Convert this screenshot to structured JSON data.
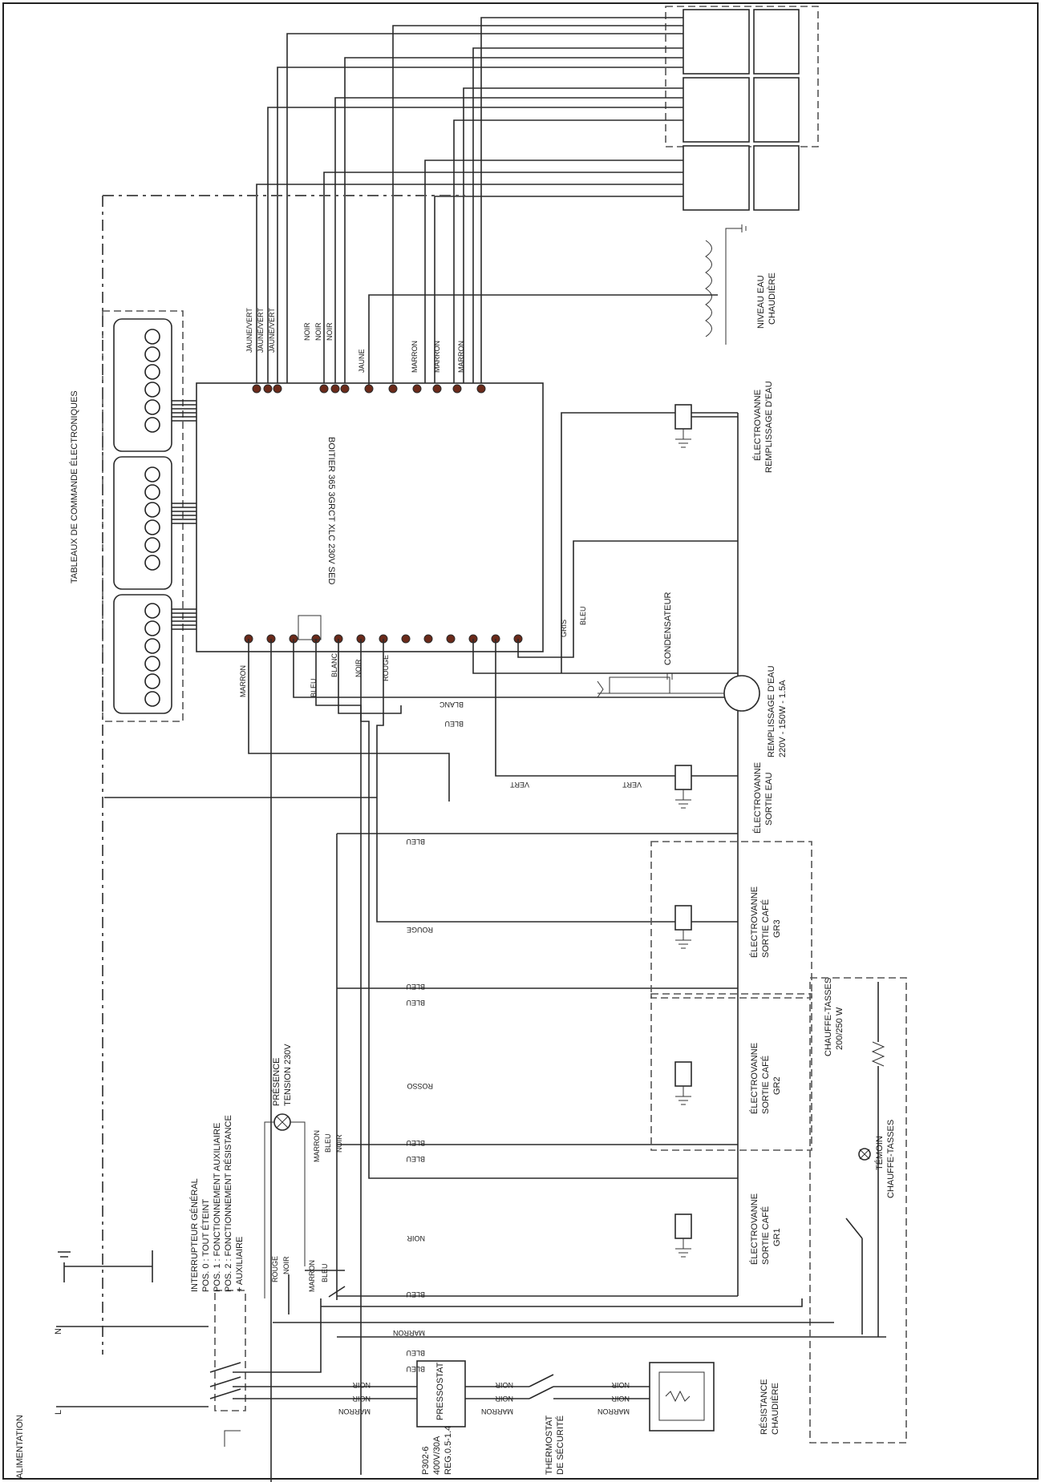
{
  "labels": {
    "alimentation": "ALIMENTATION",
    "interrupteur_title": "INTERRUPTEUR GÉNÉRAL",
    "interrupteur_pos0": "POS. 0 : TOUT ÉTEINT",
    "interrupteur_pos1": "POS. 1 : FONCTIONNEMENT AUXILIAIRE",
    "interrupteur_pos2": "POS. 2 : FONCTIONNEMENT RÉSISTANCE",
    "interrupteur_aux": "+ AUXILIAIRE",
    "tableaux": "TABLEAUX DE COMMANDE ÉLECTRONIQUES",
    "boitier": "BOITIER 365 3GRCT XLC 230V SED",
    "presence_1": "PRÉSENCE",
    "presence_2": "TENSION 230V",
    "pressostat": "PRESSOSTAT",
    "pressostat_ref1": "P302-6",
    "pressostat_ref2": "400V/30A",
    "pressostat_ref3": "REG.0.5-1.4",
    "thermostat_1": "THERMOSTAT",
    "thermostat_2": "DE SÉCURITÉ",
    "resistance_1": "RÉSISTANCE",
    "resistance_2": "CHAUDIÈRE",
    "sortie_gr1_1": "ÉLECTROVANNE",
    "sortie_gr1_2": "SORTIE CAFÉ",
    "sortie_gr1_3": "GR1",
    "sortie_gr2_1": "ÉLECTROVANNE",
    "sortie_gr2_2": "SORTIE CAFÉ",
    "sortie_gr2_3": "GR2",
    "sortie_gr3_1": "ÉLECTROVANNE",
    "sortie_gr3_2": "SORTIE CAFÉ",
    "sortie_gr3_3": "GR3",
    "sortie_eau_1": "ÉLECTROVANNE",
    "sortie_eau_2": "SORTIE EAU",
    "remplissage_1": "ÉLECTROVANNE",
    "remplissage_2": "REMPLISSAGE D'EAU",
    "pompe_1": "REMPLISSAGE D'EAU",
    "pompe_2": "220V - 150W - 1.5A",
    "condensateur": "CONDENSATEUR",
    "niveau_1": "NIVEAU EAU",
    "niveau_2": "CHAUDIÈRE",
    "chauffe_1": "CHAUFFE-TASSES",
    "chauffe_2": "200/250 W",
    "temoin_1": "TÉMOIN",
    "temoin_2": "CHAUFFE-TASSES",
    "phase_l": "L",
    "phase_n": "N"
  },
  "wires": {
    "jaune_vert": "JAUNE/VERT",
    "noir": "NOIR",
    "jaune": "JAUNE",
    "marron": "MARRON",
    "bleu": "BLEU",
    "blanc": "BLANC",
    "rouge": "ROUGE",
    "gris": "GRIS",
    "vert": "VERT",
    "rosso": "ROSSO"
  }
}
